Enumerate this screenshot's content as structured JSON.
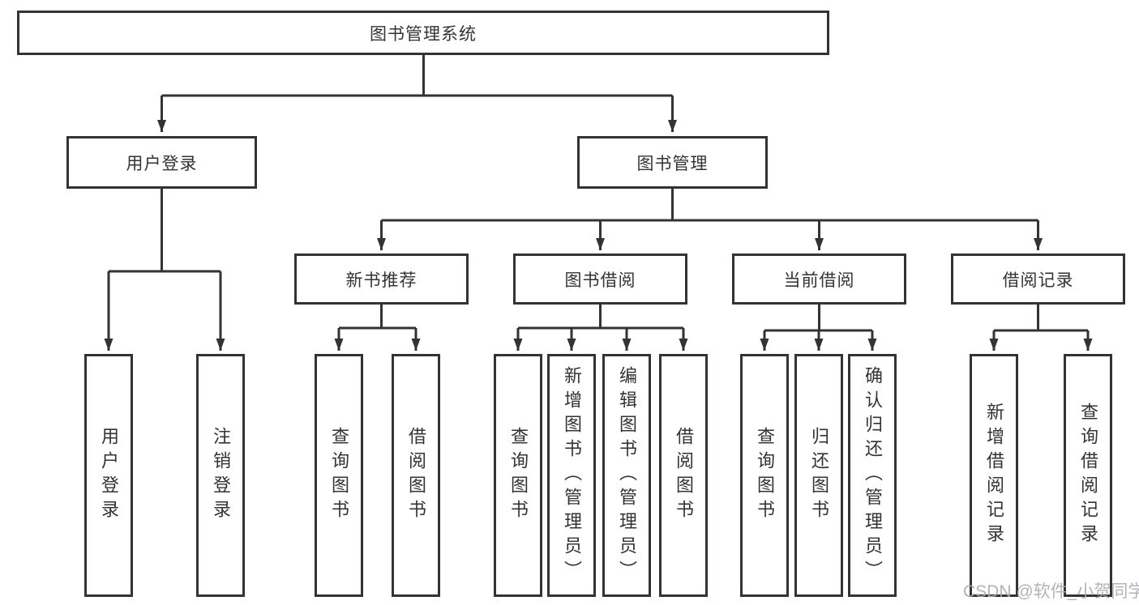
{
  "diagram_title": "图书管理系统",
  "nodes": {
    "root": "图书管理系统",
    "user_login": "用户登录",
    "book_mgmt": "图书管理",
    "new_books": "新书推荐",
    "book_borrow": "图书借阅",
    "current_borrow": "当前借阅",
    "borrow_records": "借阅记录",
    "leaves": [
      "用户登录",
      "注销登录",
      "查询图书",
      "借阅图书",
      "查询图书",
      "新增图书（管理员）",
      "编辑图书（管理员）",
      "借阅图书",
      "查询图书",
      "归还图书",
      "确认归还（管理员）",
      "新增借阅记录",
      "查询借阅记录"
    ]
  },
  "watermark": "CSDN @软件_小贺同学",
  "colors": {
    "line": "#333333",
    "text": "#333333",
    "box_background": "#ffffff",
    "page_background": "#ffffff",
    "watermark": "#a9abb2"
  }
}
